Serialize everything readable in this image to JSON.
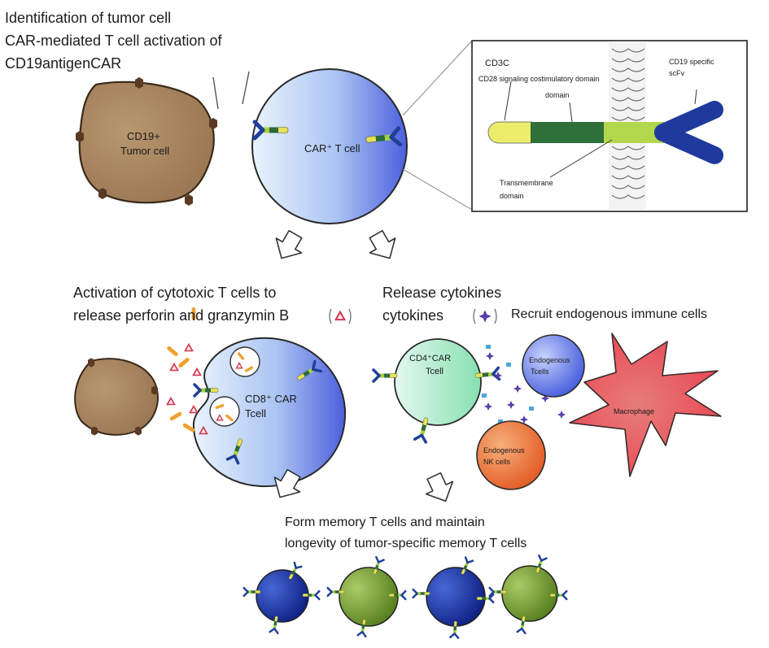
{
  "header": {
    "line1": "Identification of tumor cell",
    "line2": "CAR-mediated T cell activation of",
    "line3": "CD19antigenCAR"
  },
  "top": {
    "tumor_label_1": "CD19+",
    "tumor_label_2": "Tumor cell",
    "tcell_label": "CAR⁺ T cell"
  },
  "inset": {
    "cd3c": "CD3C",
    "cd28": "CD28 signaling costimulatory domain",
    "domain": "domain",
    "scfv_1": "CD19 specific",
    "scfv_2": "scFv",
    "tm_1": "Transmembrane",
    "tm_2": "domain"
  },
  "middle": {
    "left_heading_1": "Activation of cytotoxic T cells to",
    "left_heading_2": "release perforin and granzymin B",
    "right_heading_1": "Release cytokines",
    "right_heading_2": "cytokines",
    "recruit": "Recruit endogenous immune cells"
  },
  "cells": {
    "cd8_1": "CD8⁺ CAR",
    "cd8_2": "Tcell",
    "cd4_1": "CD4⁺CAR",
    "cd4_2": "Tcell",
    "endo_t_1": "Endogenous",
    "endo_t_2": "Tcells",
    "endo_nk_1": "Endogenous",
    "endo_nk_2": "NK cells",
    "macrophage": "Macrophage"
  },
  "bottom": {
    "line1": "Form memory T cells and maintain",
    "line2": "longevity of tumor-specific memory T cells"
  },
  "colors": {
    "tumor": "#a88462",
    "tcell_blue": "#5a6ee0",
    "cd4_green": "#a8e6c0",
    "macrophage": "#e8505a",
    "nk_orange": "#e86a30",
    "memory_green": "#6f9a2a",
    "memory_blue": "#1a2f9a",
    "car_yellow": "#e6e060",
    "car_green": "#2e6a3a",
    "car_blue": "#1f3f9a"
  }
}
